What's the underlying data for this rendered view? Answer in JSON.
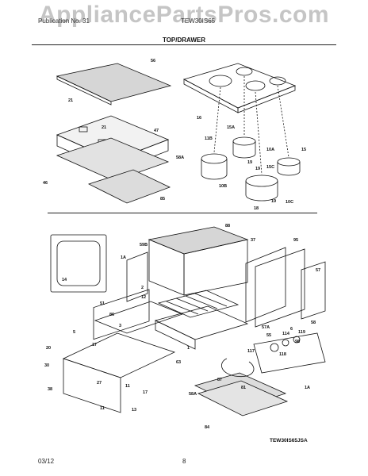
{
  "watermark": "AppliancePartsPros.com",
  "header": {
    "left": "Publication No. 31",
    "right": "TEW30IS65",
    "section_title": "TOP/DRAWER"
  },
  "diagram_code": "TEW30IS65JSA",
  "footer": {
    "date": "03/12",
    "page": "8"
  },
  "callouts": [
    "56",
    "21",
    "21",
    "47",
    "46",
    "58A",
    "85",
    "16",
    "15A",
    "11B",
    "10A",
    "15",
    "15C",
    "10B",
    "19",
    "19",
    "10C",
    "19",
    "18",
    "88",
    "37",
    "1A",
    "59B",
    "95",
    "57",
    "2",
    "12",
    "14",
    "51",
    "86",
    "1",
    "3",
    "5",
    "20",
    "17",
    "30",
    "38",
    "84",
    "27",
    "11",
    "17",
    "13",
    "11",
    "117",
    "55",
    "118",
    "114",
    "119",
    "98",
    "58",
    "57A",
    "6",
    "87",
    "58A",
    "1A",
    "81",
    "63"
  ],
  "colors": {
    "line": "#111111",
    "watermark": "#9a9a9a"
  }
}
